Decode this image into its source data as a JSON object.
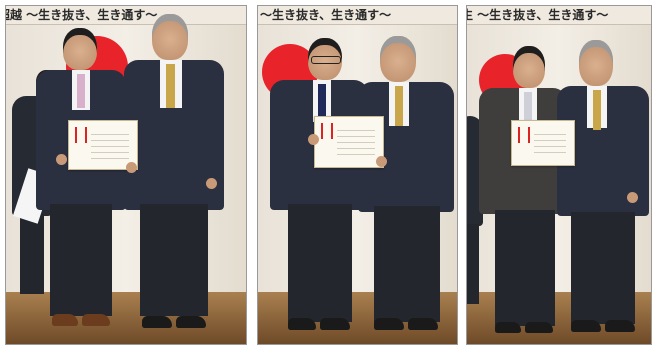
{
  "panels": [
    {
      "banner_text": "超越 ～生き抜き、生き通す～"
    },
    {
      "banner_text": "～生き抜き、生き通す～"
    },
    {
      "banner_text": "生 ～生き抜き、生き通す～"
    }
  ],
  "colors": {
    "sun_red": "#e8232a",
    "suit_navy": "#2b3040",
    "tie_gold": "#c9a64a"
  }
}
